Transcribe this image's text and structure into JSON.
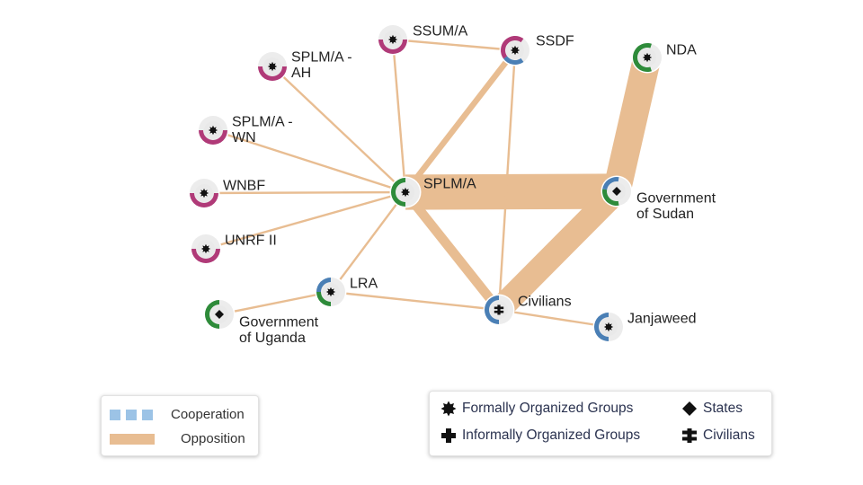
{
  "colors": {
    "edge": "#e8bd92",
    "ring_bg": "#ececec",
    "core": "#e9e9e9",
    "green": "#2e8b3a",
    "blue": "#4a7fb5",
    "magenta": "#b03a78"
  },
  "nodes": [
    {
      "id": "SSUM/A",
      "label_lines": [
        "SSUM/A"
      ],
      "icon": "star-icon",
      "segments": [
        [
          "magenta",
          0.5
        ]
      ]
    },
    {
      "id": "SSDF",
      "label_lines": [
        "SSDF"
      ],
      "icon": "star-icon",
      "segments": [
        [
          "blue",
          0.25
        ],
        [
          "magenta",
          0.45
        ]
      ]
    },
    {
      "id": "NDA",
      "label_lines": [
        "NDA"
      ],
      "icon": "star-icon",
      "segments": [
        [
          "green",
          0.6
        ]
      ]
    },
    {
      "id": "SPLM/A - AH",
      "label_lines": [
        "SPLM/A -",
        "AH"
      ],
      "icon": "star-icon",
      "segments": [
        [
          "magenta",
          0.5
        ]
      ]
    },
    {
      "id": "SPLM/A - WN",
      "label_lines": [
        "SPLM/A -",
        "WN"
      ],
      "icon": "star-icon",
      "segments": [
        [
          "magenta",
          0.5
        ]
      ]
    },
    {
      "id": "SPLM/A",
      "label_lines": [
        "SPLM/A"
      ],
      "icon": "star-icon",
      "segments": [
        [
          "green",
          0.5
        ]
      ]
    },
    {
      "id": "WNBF",
      "label_lines": [
        "WNBF"
      ],
      "icon": "star-icon",
      "segments": [
        [
          "magenta",
          0.5
        ]
      ]
    },
    {
      "id": "UNRF II",
      "label_lines": [
        "UNRF II"
      ],
      "icon": "star-icon",
      "segments": [
        [
          "magenta",
          0.5
        ]
      ]
    },
    {
      "id": "Government of Sudan",
      "label_lines": [
        "Government",
        "of Sudan"
      ],
      "icon": "diamond-icon",
      "segments": [
        [
          "green",
          0.3
        ],
        [
          "blue",
          0.25
        ]
      ]
    },
    {
      "id": "LRA",
      "label_lines": [
        "LRA"
      ],
      "icon": "star-icon",
      "segments": [
        [
          "green",
          0.25
        ],
        [
          "blue",
          0.25
        ]
      ]
    },
    {
      "id": "Government of Uganda",
      "label_lines": [
        "Government",
        "of Uganda"
      ],
      "icon": "diamond-icon",
      "segments": [
        [
          "green",
          0.5
        ]
      ]
    },
    {
      "id": "Civilians",
      "label_lines": [
        "Civilians"
      ],
      "icon": "civilians-icon",
      "segments": [
        [
          "blue",
          0.5
        ]
      ]
    },
    {
      "id": "Janjaweed",
      "label_lines": [
        "Janjaweed"
      ],
      "icon": "star-icon",
      "segments": [
        [
          "blue",
          0.5
        ]
      ]
    }
  ],
  "edges": [
    {
      "source": "SPLM/A",
      "target": "Government of Sudan",
      "type": "Opposition",
      "weight": 10
    },
    {
      "source": "NDA",
      "target": "Government of Sudan",
      "type": "Opposition",
      "weight": 8
    },
    {
      "source": "Government of Sudan",
      "target": "Civilians",
      "type": "Opposition",
      "weight": 7
    },
    {
      "source": "SPLM/A",
      "target": "Civilians",
      "type": "Opposition",
      "weight": 3
    },
    {
      "source": "SPLM/A",
      "target": "SSDF",
      "type": "Opposition",
      "weight": 2
    },
    {
      "source": "SSUM/A",
      "target": "SSDF",
      "type": "Opposition",
      "weight": 1
    },
    {
      "source": "SSDF",
      "target": "Civilians",
      "type": "Opposition",
      "weight": 1
    },
    {
      "source": "SPLM/A",
      "target": "SSUM/A",
      "type": "Opposition",
      "weight": 1
    },
    {
      "source": "SPLM/A",
      "target": "SPLM/A - AH",
      "type": "Opposition",
      "weight": 1
    },
    {
      "source": "SPLM/A",
      "target": "SPLM/A - WN",
      "type": "Opposition",
      "weight": 1
    },
    {
      "source": "SPLM/A",
      "target": "WNBF",
      "type": "Opposition",
      "weight": 1
    },
    {
      "source": "SPLM/A",
      "target": "UNRF II",
      "type": "Opposition",
      "weight": 1
    },
    {
      "source": "SPLM/A",
      "target": "LRA",
      "type": "Opposition",
      "weight": 1
    },
    {
      "source": "LRA",
      "target": "Government of Uganda",
      "type": "Opposition",
      "weight": 1
    },
    {
      "source": "LRA",
      "target": "Civilians",
      "type": "Opposition",
      "weight": 1
    },
    {
      "source": "Civilians",
      "target": "Janjaweed",
      "type": "Opposition",
      "weight": 1
    }
  ],
  "legend_edges": {
    "cooperation_label": "Cooperation",
    "opposition_label": "Opposition"
  },
  "legend_types": {
    "formal_label": "Formally Organized Groups",
    "informal_label": "Informally Organized Groups",
    "states_label": "States",
    "civilians_label": "Civilians"
  }
}
